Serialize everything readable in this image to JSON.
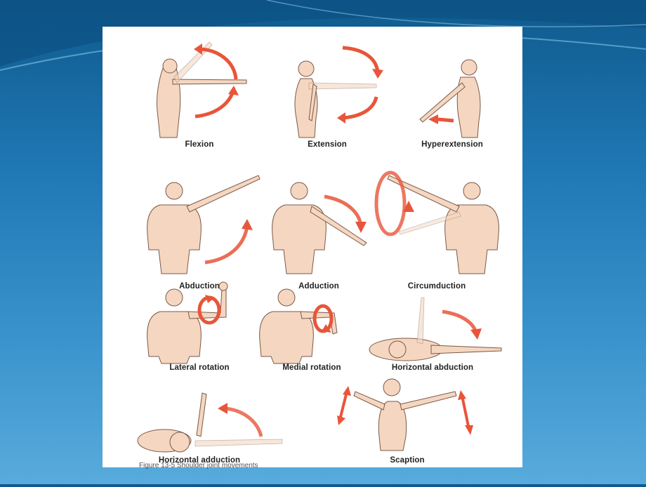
{
  "slide": {
    "colors": {
      "background": "#1f78b4",
      "panel": "#ffffff",
      "arrow": "#e8553a",
      "skin": "#f5d6c0"
    }
  },
  "figure": {
    "movements": [
      {
        "label": "Flexion"
      },
      {
        "label": "Extension"
      },
      {
        "label": "Hyperextension"
      },
      {
        "label": "Abduction"
      },
      {
        "label": "Adduction"
      },
      {
        "label": "Circumduction"
      },
      {
        "label": "Lateral rotation"
      },
      {
        "label": "Medial rotation"
      },
      {
        "label": "Horizontal abduction"
      },
      {
        "label": "Horizontal adduction"
      },
      {
        "label": "Scaption"
      }
    ],
    "footer_caption": "Figure 13-5 Shoulder joint movements"
  }
}
